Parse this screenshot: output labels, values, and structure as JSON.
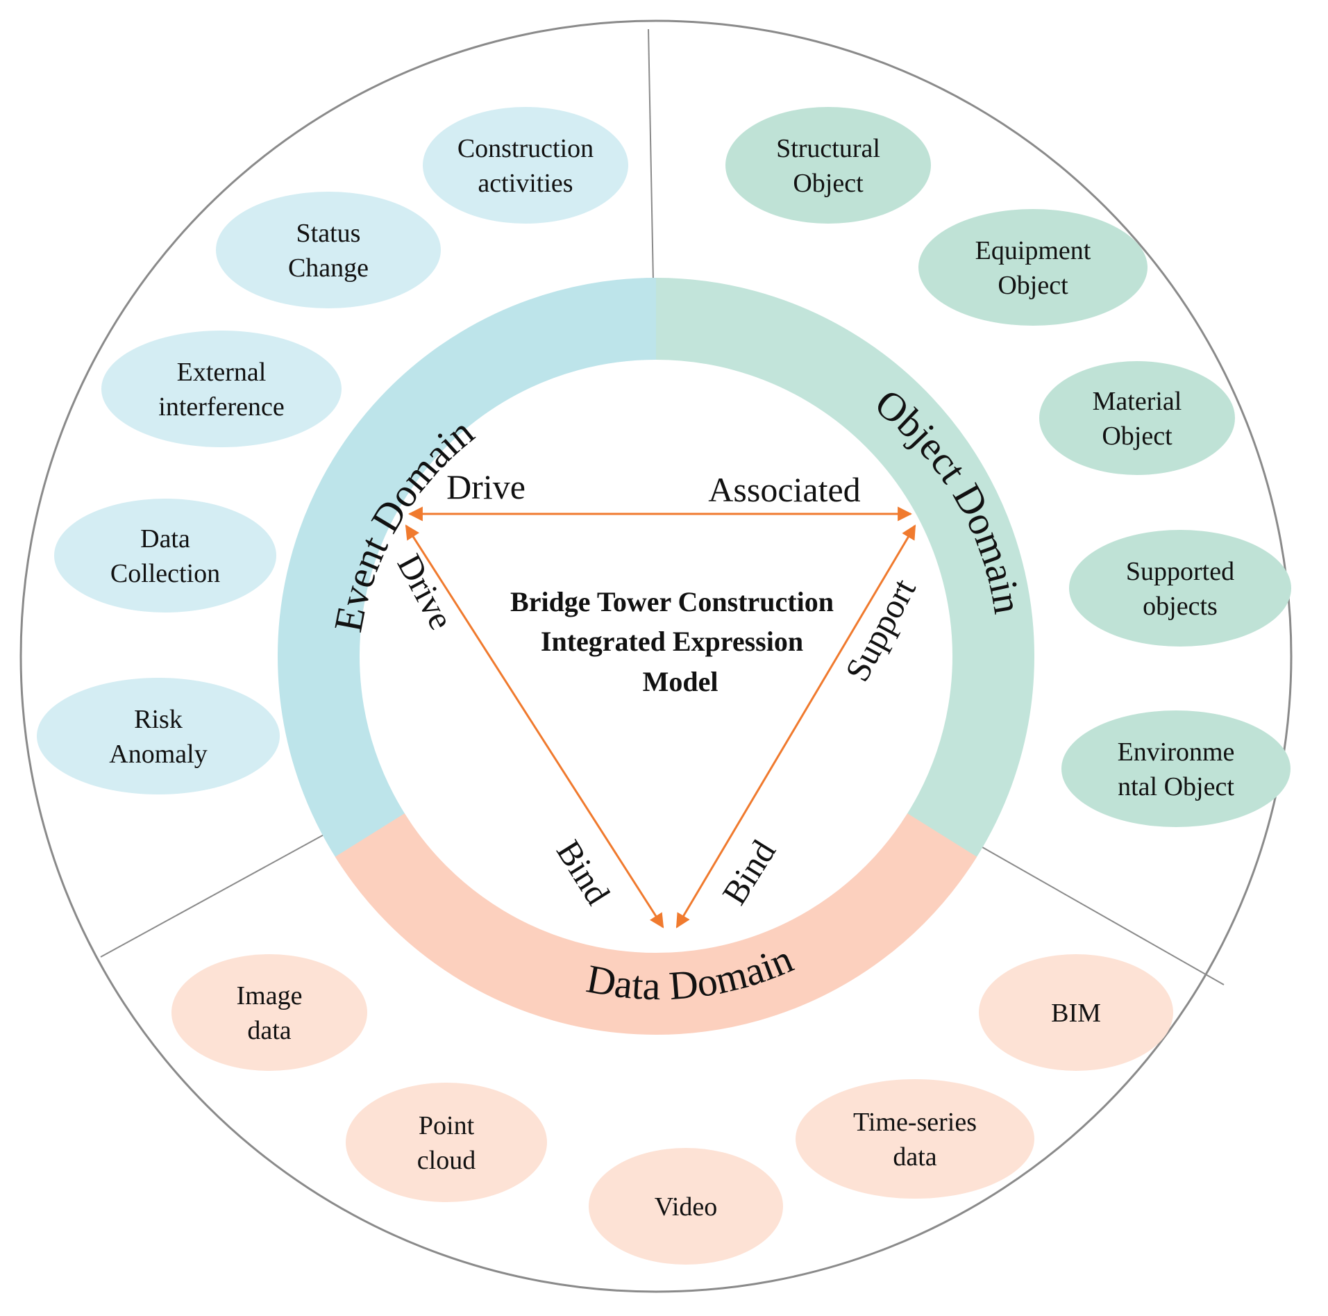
{
  "center_title": [
    "Bridge Tower Construction",
    "Integrated Expression",
    "Model"
  ],
  "domains": {
    "event": {
      "label": "Event Domain",
      "color": "#bde4ea",
      "bubble_color": "#d4edf3"
    },
    "object": {
      "label": "Object Domain",
      "color": "#c2e4da",
      "bubble_color": "#bfe2d6"
    },
    "data": {
      "label": "Data Domain",
      "color": "#fcd0be",
      "bubble_color": "#fde2d5"
    }
  },
  "relations": {
    "top_left": "Drive",
    "top_right": "Associated",
    "left_edge": "Drive",
    "right_edge": "Support",
    "bottom_left": "Bind",
    "bottom_right": "Bind",
    "arrow_color": "#f07a2e"
  },
  "event_items": [
    [
      "Construction",
      "activities"
    ],
    [
      "Status",
      "Change"
    ],
    [
      "External",
      "interference"
    ],
    [
      "Data",
      "Collection"
    ],
    [
      "Risk",
      "Anomaly"
    ]
  ],
  "object_items": [
    [
      "Structural",
      "Object"
    ],
    [
      "Equipment",
      "Object"
    ],
    [
      "Material",
      "Object"
    ],
    [
      "Supported",
      "objects"
    ],
    [
      "Environme",
      "ntal Object"
    ]
  ],
  "data_items": [
    [
      "Image",
      "data"
    ],
    [
      "Point",
      "cloud"
    ],
    [
      "Video"
    ],
    [
      "Time-series",
      "data"
    ],
    [
      "BIM"
    ]
  ]
}
